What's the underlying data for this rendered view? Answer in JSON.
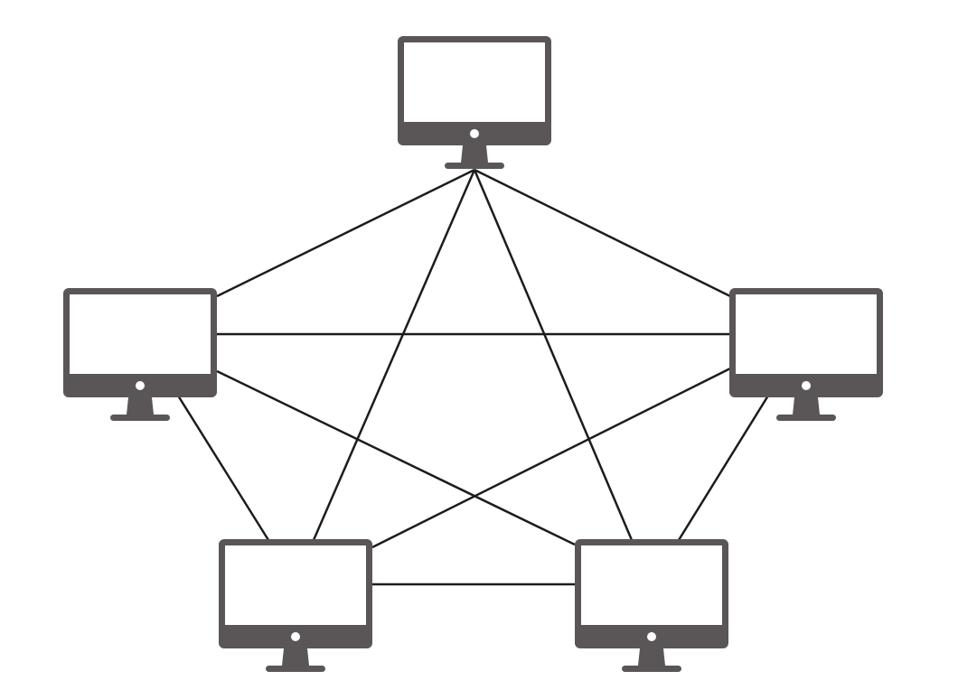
{
  "diagram": {
    "type": "mesh-network",
    "colors": {
      "background": "#ffffff",
      "device": "#5a5657",
      "screen": "#ffffff",
      "link": "#1c1c1c"
    },
    "nodes": [
      {
        "id": "top",
        "icon": "desktop-monitor-icon"
      },
      {
        "id": "left",
        "icon": "desktop-monitor-icon"
      },
      {
        "id": "right",
        "icon": "desktop-monitor-icon"
      },
      {
        "id": "bottom-left",
        "icon": "desktop-monitor-icon"
      },
      {
        "id": "bottom-right",
        "icon": "desktop-monitor-icon"
      }
    ],
    "links": [
      {
        "from": "top",
        "to": "left"
      },
      {
        "from": "top",
        "to": "right"
      },
      {
        "from": "top",
        "to": "bottom-left"
      },
      {
        "from": "top",
        "to": "bottom-right"
      },
      {
        "from": "left",
        "to": "right"
      },
      {
        "from": "left",
        "to": "bottom-left"
      },
      {
        "from": "left",
        "to": "bottom-right"
      },
      {
        "from": "right",
        "to": "bottom-left"
      },
      {
        "from": "right",
        "to": "bottom-right"
      },
      {
        "from": "bottom-left",
        "to": "bottom-right"
      }
    ]
  }
}
